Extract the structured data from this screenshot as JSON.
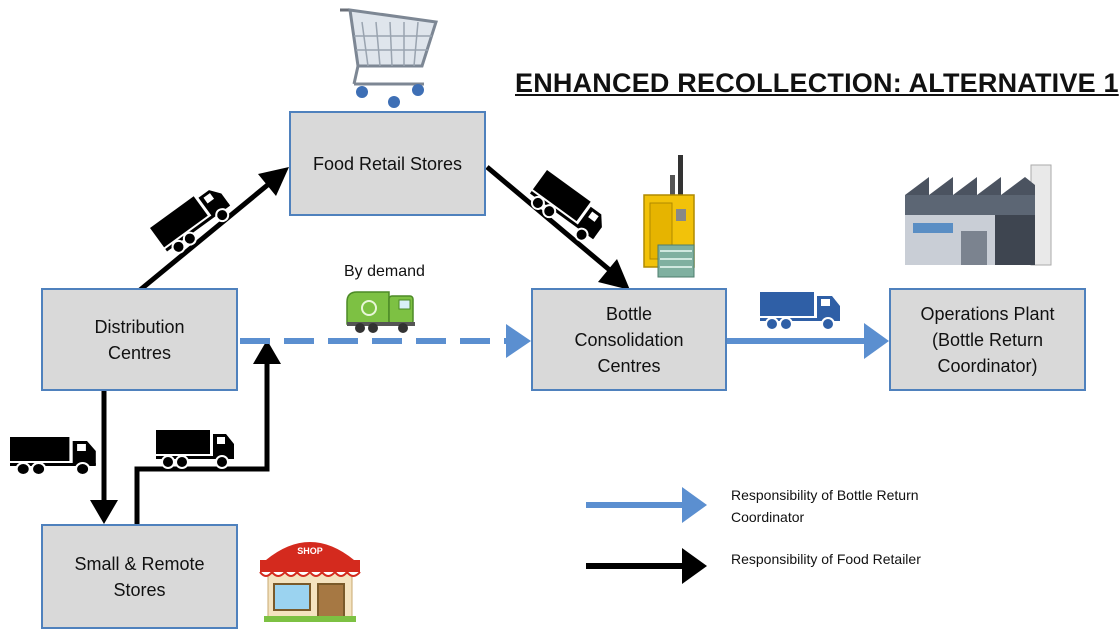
{
  "title": "ENHANCED RECOLLECTION: ALTERNATIVE 1",
  "nodes": {
    "food_retail": "Food Retail Stores",
    "distribution": "Distribution\nCentres",
    "bottle_consolidation": "Bottle\nConsolidation\nCentres",
    "operations_plant": "Operations Plant\n(Bottle Return\nCoordinator)",
    "small_remote": "Small & Remote\nStores"
  },
  "edge_label": "By demand",
  "legend": {
    "blue": "Responsibility of Bottle Return Coordinator",
    "black": "Responsibility of Food Retailer"
  },
  "shop_sign": "SHOP",
  "colors": {
    "box_fill": "#d9d9d9",
    "box_border": "#4f81bd",
    "coordinator_arrow": "#5b8fd0",
    "retailer_arrow": "#000000"
  },
  "icons": [
    "shopping-cart-icon",
    "truck-icon",
    "garbage-truck-icon",
    "baler-machine-icon",
    "factory-icon",
    "shop-icon"
  ]
}
